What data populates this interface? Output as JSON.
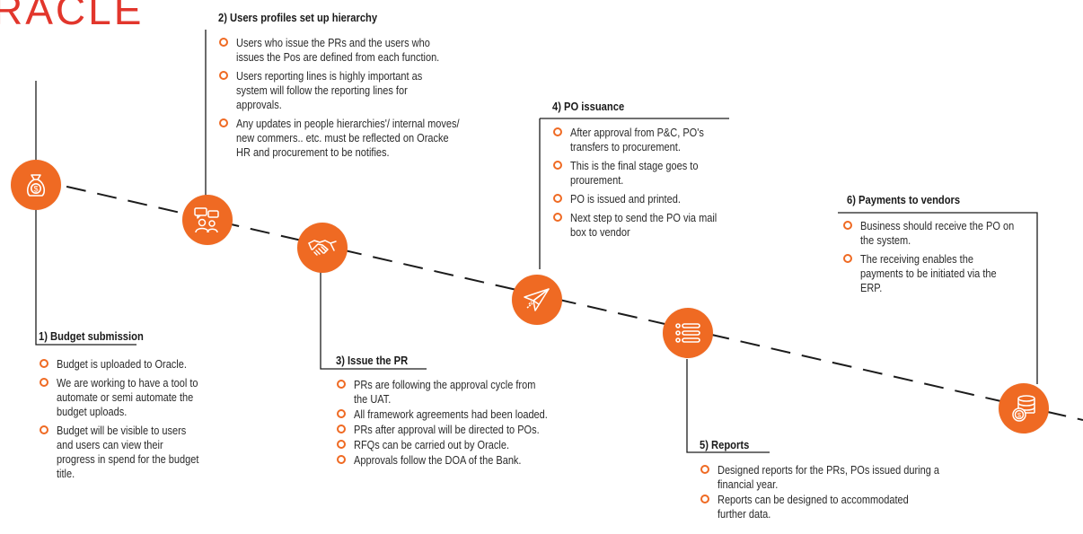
{
  "logo": {
    "text": "RACLE",
    "mark": "®"
  },
  "colors": {
    "accent": "#ef6a23",
    "brand": "#e2362c",
    "line": "#1c1c1c"
  },
  "steps": [
    {
      "title": "1) Budget submission",
      "icon": "money-bag-icon",
      "bullets": [
        "Budget is uploaded to Oracle.",
        "We are working to have a tool to automate or semi automate the budget uploads.",
        "Budget will be visible to users and users can view their progress in spend for the budget title."
      ]
    },
    {
      "title": "2) Users profiles set up hierarchy",
      "icon": "users-chat-icon",
      "bullets": [
        "Users who issue the PRs and the users who issues the Pos are defined from each function.",
        "Users reporting lines is highly important as system will follow the reporting lines for approvals.",
        "Any updates in people hierarchies'/ internal moves/ new commers.. etc. must be reflected on Oracke HR and procurement to be notifies."
      ]
    },
    {
      "title": "3) Issue the PR",
      "icon": "handshake-icon",
      "bullets": [
        "PRs are following the approval cycle from the UAT.",
        "All framework agreements had been loaded.",
        "PRs after approval will be directed to POs.",
        "RFQs can be carried out by Oracle.",
        "Approvals follow the DOA of the Bank."
      ]
    },
    {
      "title": "4) PO issuance",
      "icon": "paper-plane-icon",
      "bullets": [
        "After approval from P&C, PO's transfers to procurement.",
        "This is the final stage goes to prourement.",
        "PO is issued and printed.",
        "Next step to send the PO via mail box to vendor"
      ]
    },
    {
      "title": "5) Reports",
      "icon": "list-icon",
      "bullets": [
        "Designed reports for the PRs, POs issued during a financial year.",
        "Reports can be designed to accommodated further data."
      ]
    },
    {
      "title": "6) Payments to vendors",
      "icon": "coins-icon",
      "bullets": [
        "Business should receive the PO on the system.",
        "The receiving enables the payments to be initiated via the ERP."
      ]
    }
  ]
}
